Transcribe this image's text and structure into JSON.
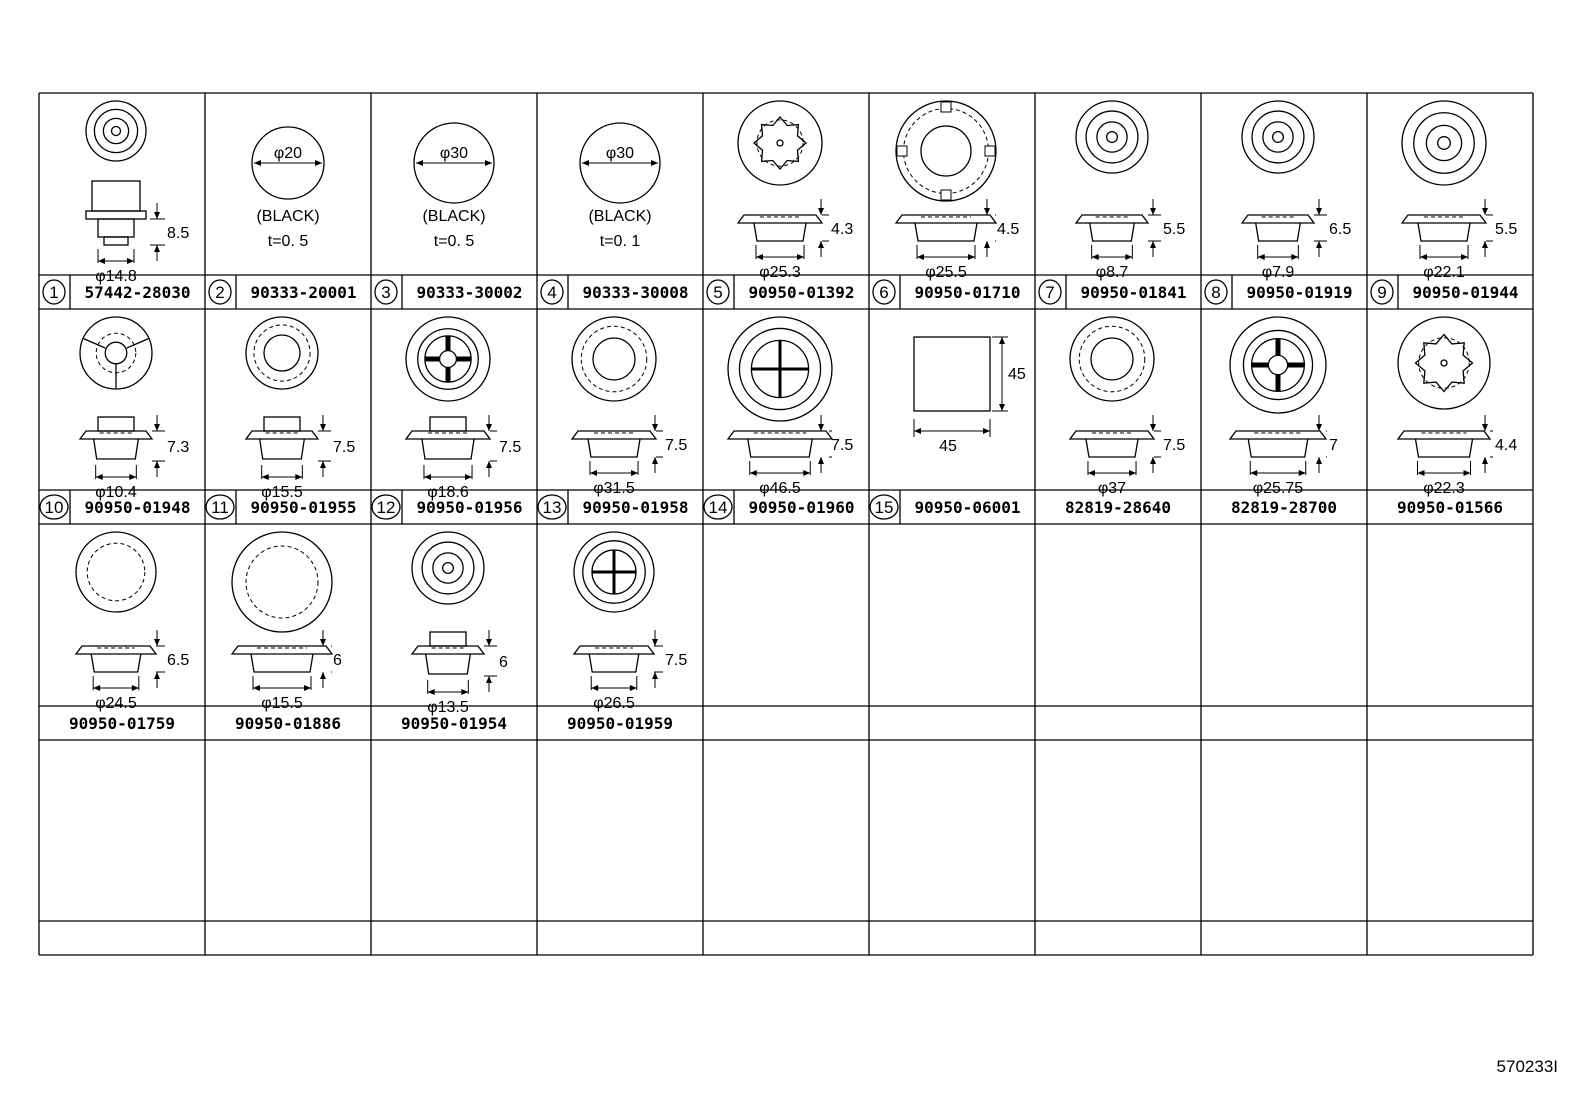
{
  "figure_id": "570233I",
  "rows": [
    {
      "cells": [
        {
          "index": "1",
          "part_number": "57442-28030",
          "dims": [
            "8.5",
            "φ14.8"
          ]
        },
        {
          "index": "2",
          "part_number": "90333-20001",
          "dims": [
            "φ20",
            "(BLACK)",
            "t=0. 5"
          ]
        },
        {
          "index": "3",
          "part_number": "90333-30002",
          "dims": [
            "φ30",
            "(BLACK)",
            "t=0. 5"
          ]
        },
        {
          "index": "4",
          "part_number": "90333-30008",
          "dims": [
            "φ30",
            "(BLACK)",
            "t=0. 1"
          ]
        },
        {
          "index": "5",
          "part_number": "90950-01392",
          "dims": [
            "4.3",
            "φ25.3"
          ]
        },
        {
          "index": "6",
          "part_number": "90950-01710",
          "dims": [
            "4.5",
            "φ25.5"
          ]
        },
        {
          "index": "7",
          "part_number": "90950-01841",
          "dims": [
            "5.5",
            "φ8.7"
          ]
        },
        {
          "index": "8",
          "part_number": "90950-01919",
          "dims": [
            "6.5",
            "φ7.9"
          ]
        },
        {
          "index": "9",
          "part_number": "90950-01944",
          "dims": [
            "5.5",
            "φ22.1"
          ]
        }
      ]
    },
    {
      "cells": [
        {
          "index": "10",
          "part_number": "90950-01948",
          "dims": [
            "7.3",
            "φ10.4"
          ]
        },
        {
          "index": "11",
          "part_number": "90950-01955",
          "dims": [
            "7.5",
            "φ15.5"
          ]
        },
        {
          "index": "12",
          "part_number": "90950-01956",
          "dims": [
            "7.5",
            "φ18.6"
          ]
        },
        {
          "index": "13",
          "part_number": "90950-01958",
          "dims": [
            "7.5",
            "φ31.5"
          ]
        },
        {
          "index": "14",
          "part_number": "90950-01960",
          "dims": [
            "7.5",
            "φ46.5"
          ]
        },
        {
          "index": "15",
          "part_number": "90950-06001",
          "dims": [
            "45",
            "45"
          ]
        },
        {
          "index": "",
          "part_number": "82819-28640",
          "dims": [
            "7.5",
            "φ37"
          ]
        },
        {
          "index": "",
          "part_number": "82819-28700",
          "dims": [
            "7",
            "φ25.75"
          ]
        },
        {
          "index": "",
          "part_number": "90950-01566",
          "dims": [
            "4.4",
            "φ22.3"
          ]
        }
      ]
    },
    {
      "cells": [
        {
          "index": "",
          "part_number": "90950-01759",
          "dims": [
            "6.5",
            "φ24.5"
          ]
        },
        {
          "index": "",
          "part_number": "90950-01886",
          "dims": [
            "6",
            "φ15.5"
          ]
        },
        {
          "index": "",
          "part_number": "90950-01954",
          "dims": [
            "6",
            "φ13.5"
          ]
        },
        {
          "index": "",
          "part_number": "90950-01959",
          "dims": [
            "7.5",
            "φ26.5"
          ]
        }
      ]
    }
  ]
}
